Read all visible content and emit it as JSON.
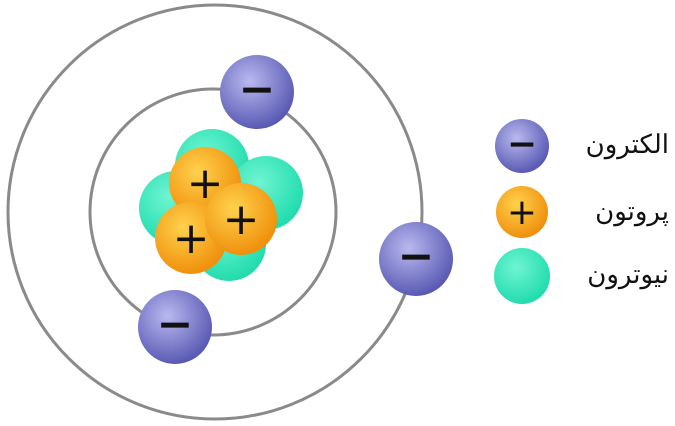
{
  "atom": {
    "shells": 2,
    "protons": 3,
    "neutrons": 4,
    "electrons": 3,
    "electron_sign": "−",
    "proton_sign": "+"
  },
  "legend": {
    "electron_label": "الکترون",
    "proton_label": "پروتون",
    "neutron_label": "نیوترون"
  },
  "colors": {
    "shell": "#8a8a8a",
    "electron_light": "#b9b9f0",
    "electron_dark": "#5a5ab4",
    "proton_light": "#ffd24d",
    "proton_dark": "#f0900c",
    "neutron_light": "#6ff5d2",
    "neutron_dark": "#22dcae"
  }
}
